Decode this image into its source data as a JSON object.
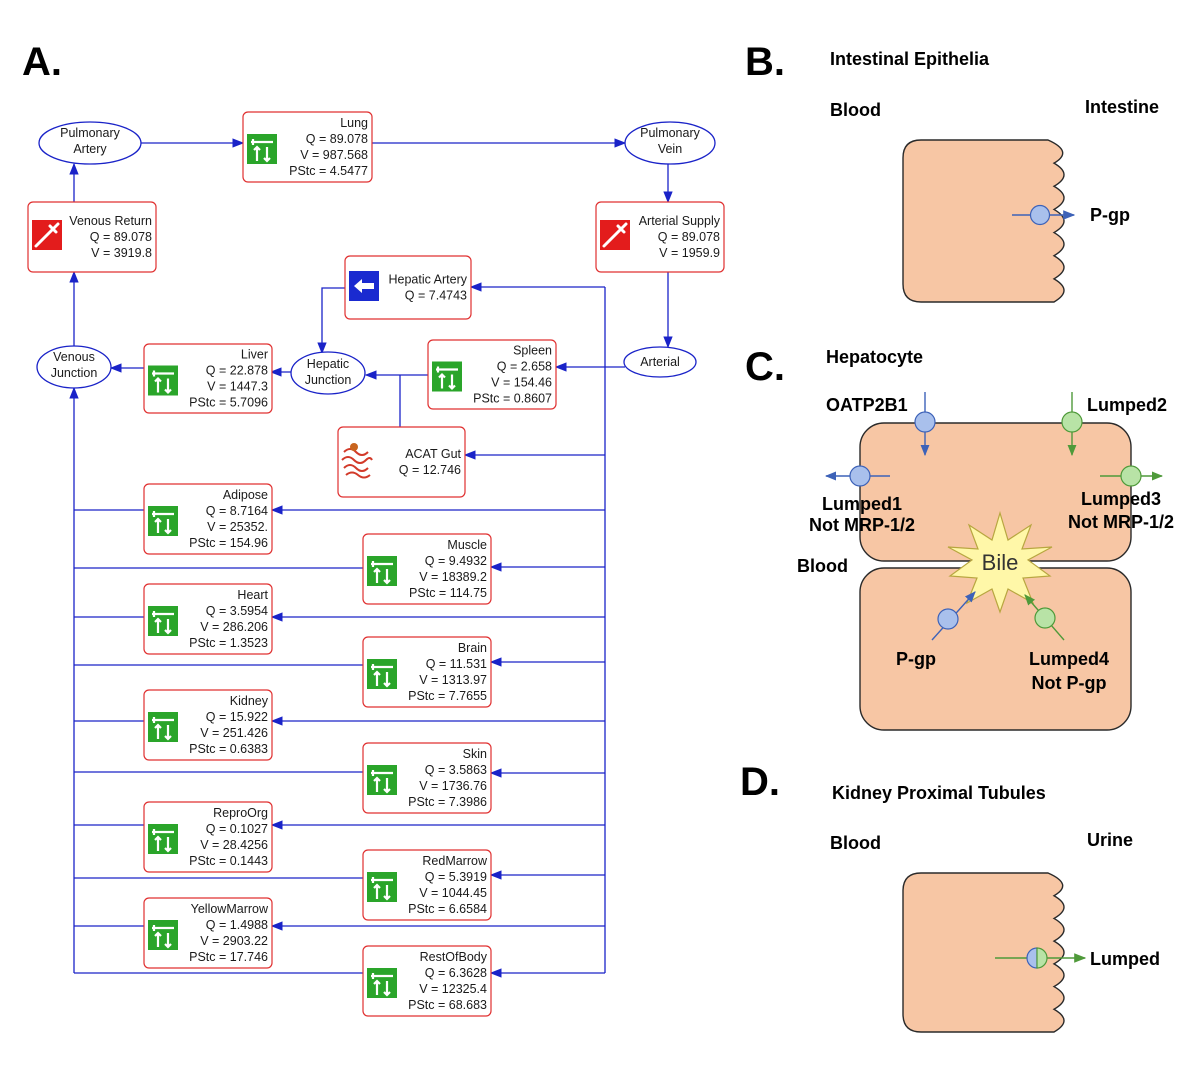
{
  "panels": {
    "a": {
      "letter": "A."
    },
    "b": {
      "letter": "B.",
      "title": "Intestinal Epithelia",
      "left_label": "Blood",
      "right_label": "Intestine",
      "transporter": "P-gp"
    },
    "c": {
      "letter": "C.",
      "title": "Hepatocyte",
      "blood_label": "Blood",
      "bile_label": "Bile",
      "transporters": {
        "oatp": "OATP2B1",
        "lumped2": "Lumped2",
        "lumped1": [
          "Lumped1",
          "Not MRP-1/2"
        ],
        "lumped3": [
          "Lumped3",
          "Not MRP-1/2"
        ],
        "pgp": "P-gp",
        "lumped4": [
          "Lumped4",
          "Not P-gp"
        ]
      }
    },
    "d": {
      "letter": "D.",
      "title": "Kidney Proximal Tubules",
      "left_label": "Blood",
      "right_label": "Urine",
      "transporter": "Lumped"
    }
  },
  "ovals": {
    "pulmonary_artery": [
      "Pulmonary",
      "Artery"
    ],
    "pulmonary_vein": [
      "Pulmonary",
      "Vein"
    ],
    "venous_junction": [
      "Venous",
      "Junction"
    ],
    "hepatic_junction": [
      "Hepatic",
      "Junction"
    ],
    "arterial": [
      "Arterial"
    ]
  },
  "compartments": [
    {
      "id": "lung",
      "lines": [
        "Lung",
        "Q = 89.078",
        "V = 987.568",
        "PStc = 4.5477"
      ],
      "icon": "tissue"
    },
    {
      "id": "venous",
      "lines": [
        "Venous Return",
        "Q = 89.078",
        "V = 3919.8"
      ],
      "icon": "syringe"
    },
    {
      "id": "arterialsupply",
      "lines": [
        "Arterial Supply",
        "Q = 89.078",
        "V = 1959.9"
      ],
      "icon": "syringe"
    },
    {
      "id": "hepart",
      "lines": [
        "Hepatic Artery",
        "Q = 7.4743"
      ],
      "icon": "arrow"
    },
    {
      "id": "liver",
      "lines": [
        "Liver",
        "Q = 22.878",
        "V = 1447.3",
        "PStc = 5.7096"
      ],
      "icon": "tissue"
    },
    {
      "id": "spleen",
      "lines": [
        "Spleen",
        "Q = 2.658",
        "V = 154.46",
        "PStc = 0.8607"
      ],
      "icon": "tissue"
    },
    {
      "id": "gut",
      "lines": [
        "ACAT Gut",
        "Q = 12.746"
      ],
      "icon": "gut"
    },
    {
      "id": "adipose",
      "lines": [
        "Adipose",
        "Q = 8.7164",
        "V = 25352.",
        "PStc = 154.96"
      ],
      "icon": "tissue"
    },
    {
      "id": "muscle",
      "lines": [
        "Muscle",
        "Q = 9.4932",
        "V = 18389.2",
        "PStc = 114.75"
      ],
      "icon": "tissue"
    },
    {
      "id": "heart",
      "lines": [
        "Heart",
        "Q = 3.5954",
        "V = 286.206",
        "PStc = 1.3523"
      ],
      "icon": "tissue"
    },
    {
      "id": "brain",
      "lines": [
        "Brain",
        "Q = 11.531",
        "V = 1313.97",
        "PStc = 7.7655"
      ],
      "icon": "tissue"
    },
    {
      "id": "kidney",
      "lines": [
        "Kidney",
        "Q = 15.922",
        "V = 251.426",
        "PStc = 0.6383"
      ],
      "icon": "tissue"
    },
    {
      "id": "skin",
      "lines": [
        "Skin",
        "Q = 3.5863",
        "V = 1736.76",
        "PStc = 7.3986"
      ],
      "icon": "tissue"
    },
    {
      "id": "repro",
      "lines": [
        "ReproOrg",
        "Q = 0.1027",
        "V = 28.4256",
        "PStc = 0.1443"
      ],
      "icon": "tissue"
    },
    {
      "id": "redmarrow",
      "lines": [
        "RedMarrow",
        "Q = 5.3919",
        "V = 1044.45",
        "PStc = 6.6584"
      ],
      "icon": "tissue"
    },
    {
      "id": "yellowmarrow",
      "lines": [
        "YellowMarrow",
        "Q = 1.4988",
        "V = 2903.22",
        "PStc = 17.746"
      ],
      "icon": "tissue"
    },
    {
      "id": "rest",
      "lines": [
        "RestOfBody",
        "Q = 6.3628",
        "V = 12325.4",
        "PStc = 68.683"
      ],
      "icon": "tissue"
    }
  ],
  "colors": {
    "flow": "#1a23c8",
    "box_border": "#e03030",
    "icon_green": "#2aa52a",
    "icon_red": "#e31c1c",
    "icon_blue": "#1a2ad0",
    "cell": "#f7c6a4",
    "transport_blue": "#a9c0ec",
    "transport_green": "#b8e3a6",
    "bile": "#fff7a8"
  }
}
